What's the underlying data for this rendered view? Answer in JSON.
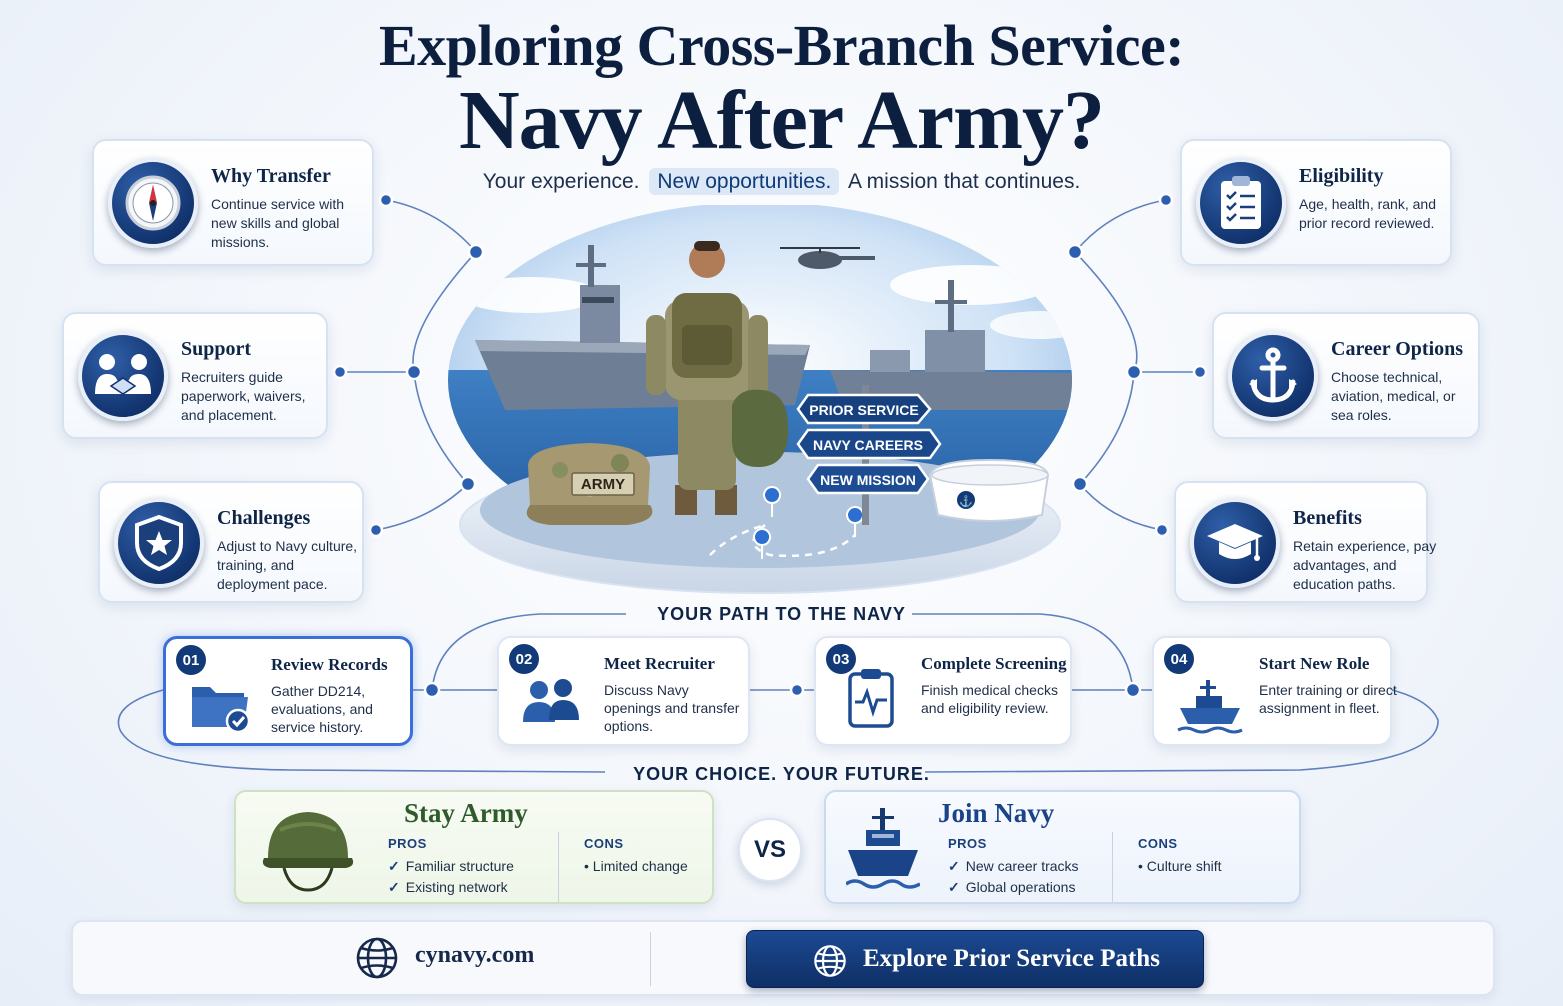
{
  "header": {
    "title_line1": "Exploring Cross-Branch Service:",
    "title_line2": "Navy After Army?",
    "tagline_part1": "Your experience.",
    "tagline_highlight": "New opportunities.",
    "tagline_part2": "A mission that continues."
  },
  "cards": {
    "why_transfer": {
      "title": "Why Transfer",
      "desc": "Continue service with new skills and global missions.",
      "icon": "compass-icon"
    },
    "support": {
      "title": "Support",
      "desc": "Recruiters guide paperwork, waivers, and placement.",
      "icon": "handshake-icon"
    },
    "challenges": {
      "title": "Challenges",
      "desc": "Adjust to Navy culture, training, and deployment pace.",
      "icon": "shield-star-icon"
    },
    "eligibility": {
      "title": "Eligibility",
      "desc": "Age, health, rank, and prior record reviewed.",
      "icon": "clipboard-checklist-icon"
    },
    "career_options": {
      "title": "Career Options",
      "desc": "Choose technical, aviation, medical, or sea roles.",
      "icon": "anchor-icon"
    },
    "benefits": {
      "title": "Benefits",
      "desc": "Retain experience, pay advantages, and education paths.",
      "icon": "graduation-cap-icon"
    }
  },
  "scene": {
    "sign_top": "PRIOR SERVICE",
    "sign_middle": "NAVY CAREERS",
    "sign_bottom": "NEW MISSION",
    "cap_label": "ARMY"
  },
  "path": {
    "label": "YOUR PATH TO THE NAVY",
    "steps": [
      {
        "num": "01",
        "title": "Review Records",
        "desc": "Gather DD214, evaluations, and service history.",
        "icon": "folder-check-icon"
      },
      {
        "num": "02",
        "title": "Meet Recruiter",
        "desc": "Discuss Navy openings and transfer options.",
        "icon": "people-icon"
      },
      {
        "num": "03",
        "title": "Complete Screening",
        "desc": "Finish medical checks and eligibility review.",
        "icon": "medical-clipboard-icon"
      },
      {
        "num": "04",
        "title": "Start New Role",
        "desc": "Enter training or direct assignment in fleet.",
        "icon": "ship-icon"
      }
    ]
  },
  "choice": {
    "label": "YOUR CHOICE.  YOUR FUTURE.",
    "vs": "VS",
    "army": {
      "title": "Stay Army",
      "pros_label": "PROS",
      "pros": [
        "Familiar structure",
        "Existing network"
      ],
      "cons_label": "CONS",
      "cons": [
        "Limited change"
      ]
    },
    "navy": {
      "title": "Join Navy",
      "pros_label": "PROS",
      "pros": [
        "New career tracks",
        "Global operations"
      ],
      "cons_label": "CONS",
      "cons": [
        "Culture shift"
      ]
    }
  },
  "footer": {
    "site": "cynavy.com",
    "cta": "Explore Prior Service Paths"
  },
  "colors": {
    "navy_dark": "#0f2547",
    "navy_primary": "#123a78",
    "accent_blue": "#3b6fd8",
    "army_green": "#2f5a2a"
  }
}
